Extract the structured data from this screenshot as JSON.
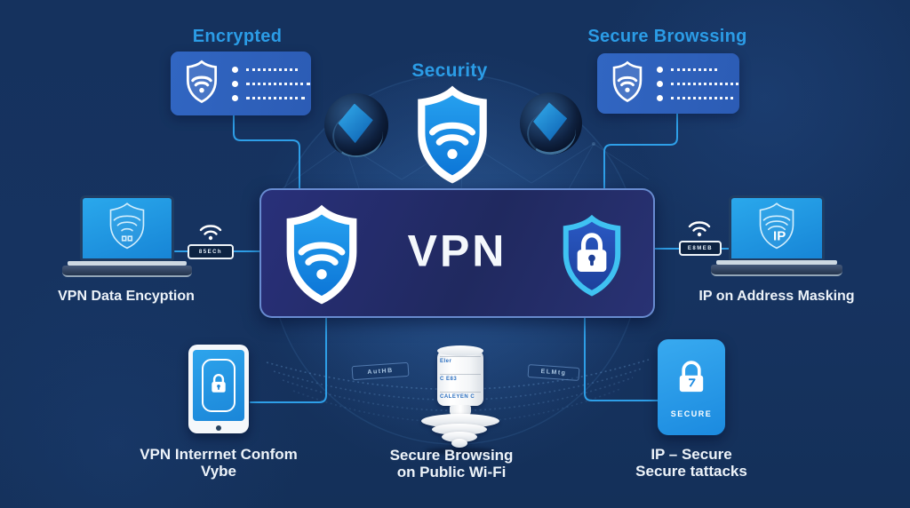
{
  "colors": {
    "background": "#16325e",
    "title_blue": "#2b9ce6",
    "card_blue": "#2f63c0",
    "panel_navy": "#232e6b",
    "shield_blue": "#1493e8",
    "line_blue": "#2e9fe8",
    "device_screen_blue": "#1f9ce6",
    "text_white": "#edf3f9"
  },
  "top_left_card": {
    "title": "Encrypted"
  },
  "top_center": {
    "title": "Security"
  },
  "top_right_card": {
    "title": "Secure Browssing"
  },
  "vpn_box": {
    "label": "VPN"
  },
  "left_device": {
    "caption": "VPN Data Encyption",
    "router_text": "85ECh"
  },
  "right_device": {
    "caption": "IP on Address Masking",
    "screen_label": "IP",
    "router_text": "E8MEB"
  },
  "bottom_left_device": {
    "caption_line1": "VPN Interrnet Confom",
    "caption_line2": "Vybe"
  },
  "bottom_center": {
    "caption_line1": "Secure Browsing",
    "caption_line2": "on Public Wi-Fi",
    "funnel_bands": [
      "EIer",
      "C E83",
      "CALEYEN C"
    ]
  },
  "bottom_right_card": {
    "badge_label": "SECURE",
    "caption_line1": "IP – Secure",
    "caption_line2": "Secure tattacks"
  },
  "decorations": {
    "left_tag": "AutHB",
    "right_tag": "ELMtg"
  }
}
